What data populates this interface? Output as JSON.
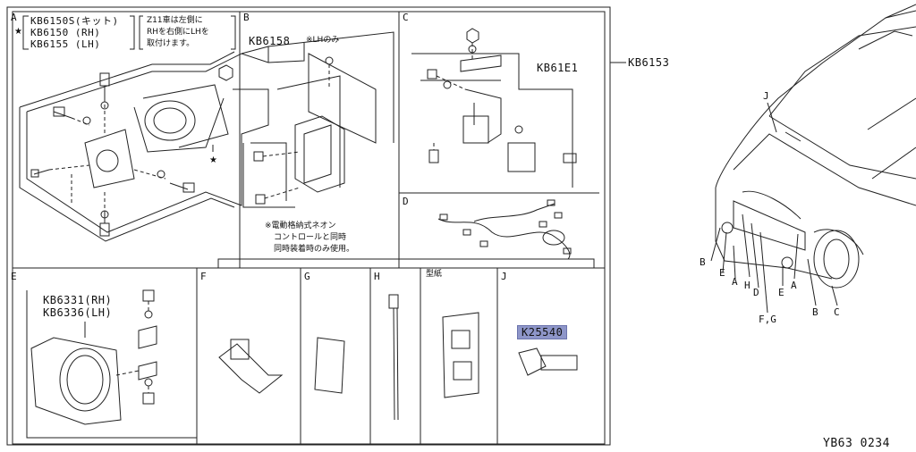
{
  "diagram_id": "YB63 0234",
  "sections": {
    "A": {
      "letter": "A",
      "codes": [
        "KB6150S(キット)",
        "KB6150 (RH)",
        "KB6155 (LH)"
      ],
      "star": "★",
      "note": [
        "Z11車は左側に",
        "RHを右側にLHを",
        "取付けます。"
      ]
    },
    "B": {
      "letter": "B",
      "code": "KB6158",
      "lh_only": "※LHのみ",
      "note": [
        "※電動格納式ネオン",
        "コントロールと同時",
        "同時装着時のみ使用。"
      ]
    },
    "C": {
      "letter": "C",
      "code": "KB61E1"
    },
    "D": {
      "letter": "D"
    },
    "E": {
      "letter": "E",
      "codes": [
        "KB6331(RH)",
        "KB6336(LH)"
      ]
    },
    "F": {
      "letter": "F"
    },
    "G": {
      "letter": "G"
    },
    "H": {
      "letter": "H"
    },
    "template": {
      "label": "型紙"
    },
    "J": {
      "letter": "J",
      "code": "K25540"
    }
  },
  "outer_code": "KB6153",
  "star_mark": "★",
  "car_callouts": [
    "J",
    "B",
    "E",
    "A",
    "H",
    "D",
    "F,G",
    "E",
    "A",
    "B",
    "C"
  ]
}
